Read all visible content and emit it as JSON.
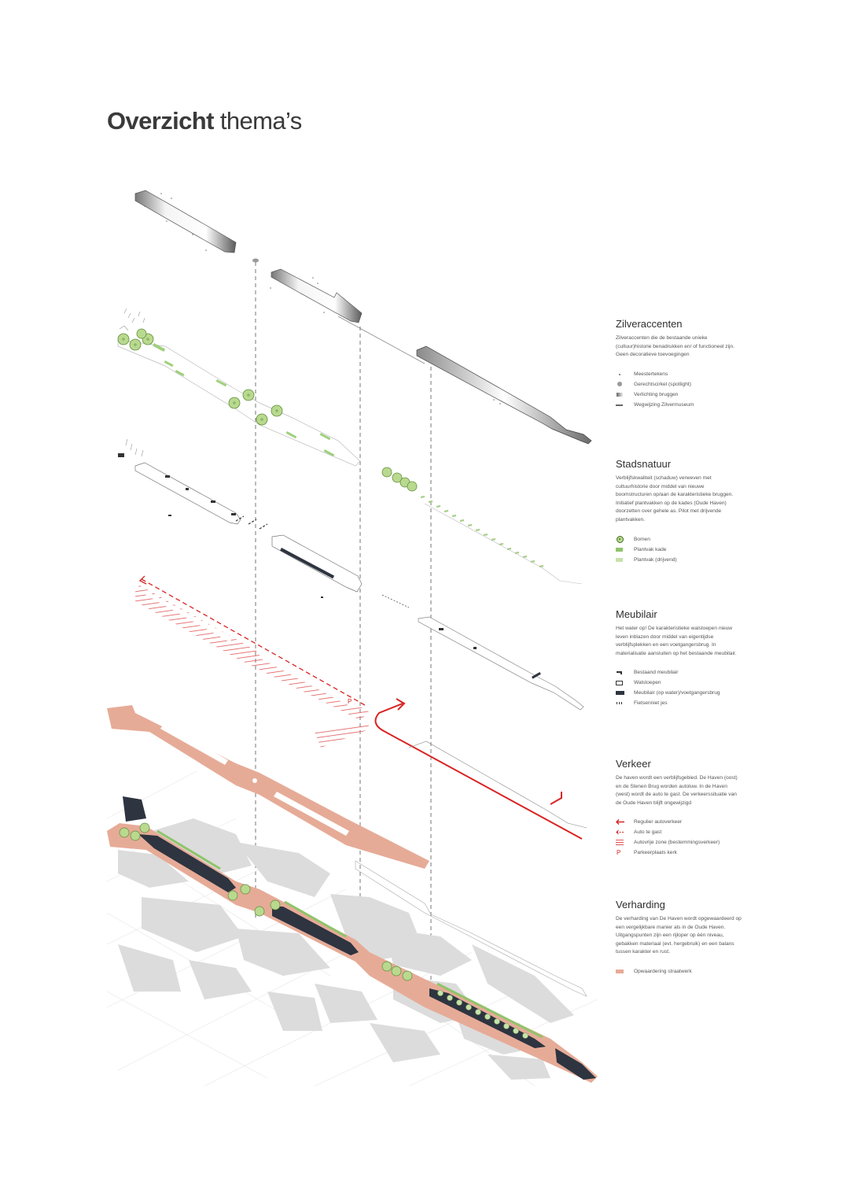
{
  "title": {
    "bold": "Overzicht",
    "light": "thema’s"
  },
  "legend": [
    {
      "heading": "Zilveraccenten",
      "description": "Zilveraccenten die de bestaande unieke (cultuur)historie benadrukken en/ of functioneel zijn. Geen decoratieve toevoegingen",
      "items": [
        {
          "label": "Meestertekens",
          "icon": "small-dot-icon"
        },
        {
          "label": "Gerechtscirkel (spotlight)",
          "icon": "grey-circle-icon"
        },
        {
          "label": "Verlichting bruggen",
          "icon": "gradient-square-icon"
        },
        {
          "label": "Wegwijzing Zilvermuseum",
          "icon": "dash-icon"
        }
      ]
    },
    {
      "heading": "Stadsnatuur",
      "description": "Verblijfskwaliteit (schaduw) verweven met cultuurhistorie door middel van nieuwe boomstructuren op/aan de karakteristieke bruggen. Initiatief plantvakken op de kades (Oude Haven) doorzetten over gehele as. Pilot met drijvende plantvakken.",
      "items": [
        {
          "label": "Bomen",
          "icon": "tree-icon"
        },
        {
          "label": "Plantvak kade",
          "icon": "green-rect-icon"
        },
        {
          "label": "Plantvak (drijvend)",
          "icon": "light-green-rect-icon"
        }
      ]
    },
    {
      "heading": "Meubilair",
      "description": "Het water op! De karakteristieke walstoepen nieuw leven inblazen door middel van eigentijdse verblijfsplekken en een voetgangersbrug. In materialisatie aansluiten op het bestaande meubilair.",
      "items": [
        {
          "label": "Bestaand meubilair",
          "icon": "bench-icon"
        },
        {
          "label": "Walstoepen",
          "icon": "outline-rect-icon"
        },
        {
          "label": "Meubilair (op water)/voetgangersbrug",
          "icon": "black-bar-icon"
        },
        {
          "label": "Fietsenniet jes",
          "icon": "bike-rack-icon"
        }
      ]
    },
    {
      "heading": "Verkeer",
      "description": "De haven wordt een verblijfsgebied. De Haven (oost) en de Stenen Brug worden autoluw. In de Haven (west) wordt de auto te gast. De verkeerssituatie van de Oude Haven blijft ongewijzigd",
      "items": [
        {
          "label": "Regulier autoverkeer",
          "icon": "red-arrow-icon"
        },
        {
          "label": "Auto te gast",
          "icon": "red-dashed-arrow-icon"
        },
        {
          "label": "Autovrije zone (bestemmingsverkeer)",
          "icon": "red-hatch-icon"
        },
        {
          "label": "Parkeerplaats kerk",
          "icon": "parking-icon",
          "glyph": "P"
        }
      ]
    },
    {
      "heading": "Verharding",
      "description": "De verharding van De Haven wordt opgewaardeerd op een vergelijkbare manier als in de Oude Haven. Uitgangspunten zijn een rijloper op één niveau, gebakken materiaal (evt. hergebruik) en een balans tussen karakter en rust.",
      "items": [
        {
          "label": "Opwaardering straatwerk",
          "icon": "salmon-rect-icon"
        }
      ]
    }
  ],
  "colors": {
    "paving": "#e6ab97",
    "paving_dark": "#d99880",
    "tree_fill": "#b9d98f",
    "tree_stroke": "#5f8f3a",
    "plant_kade": "#8fc46a",
    "plant_drijvend": "#c7e2ac",
    "traffic_red": "#d92323",
    "water_dark": "#2e3440",
    "building_grey": "#dcdcdc"
  }
}
